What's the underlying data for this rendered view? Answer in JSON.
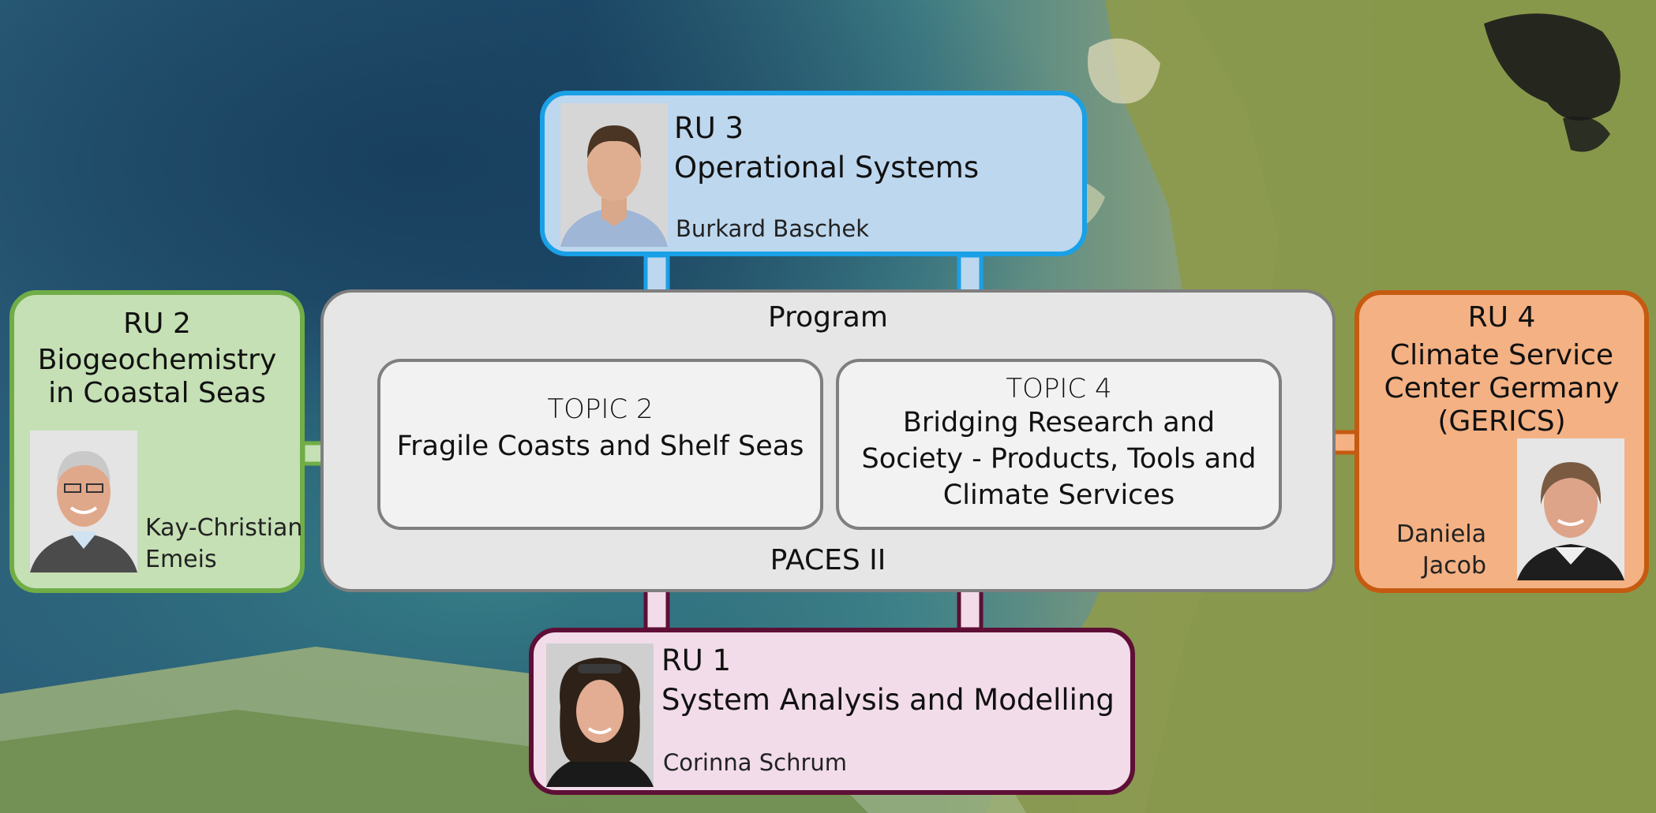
{
  "program": {
    "label": "Program",
    "footer": "PACES II"
  },
  "topics": [
    {
      "kicker": "TOPIC 2",
      "title": "Fragile Coasts and Shelf Seas"
    },
    {
      "kicker": "TOPIC 4",
      "title": "Bridging Research and Society - Products, Tools and Climate Services"
    }
  ],
  "ru3": {
    "number": "RU 3",
    "name": "Operational Systems",
    "person": "Burkard Baschek"
  },
  "ru2": {
    "number": "RU 2",
    "name_line1": "Biogeochemistry",
    "name_line2": "in Coastal Seas",
    "person_line1": "Kay-Christian",
    "person_line2": "Emeis"
  },
  "ru4": {
    "number": "RU 4",
    "name_line1": "Climate Service",
    "name_line2": "Center Germany",
    "name_line3": "(GERICS)",
    "person_line1": "Daniela",
    "person_line2": "Jacob"
  },
  "ru1": {
    "number": "RU 1",
    "name": "System Analysis and Modelling",
    "person": "Corinna Schrum"
  },
  "colors": {
    "ru3_border": "#1aa0e6",
    "ru3_fill": "#bdd7ee",
    "ru2_border": "#70ad47",
    "ru2_fill": "#c5e0b4",
    "ru4_border": "#c55a11",
    "ru4_fill": "#f4b183",
    "ru1_border": "#5e0f36",
    "ru1_fill": "#f2dcea",
    "program_fill": "#e6e6e6",
    "program_border": "#7f7f7f"
  }
}
